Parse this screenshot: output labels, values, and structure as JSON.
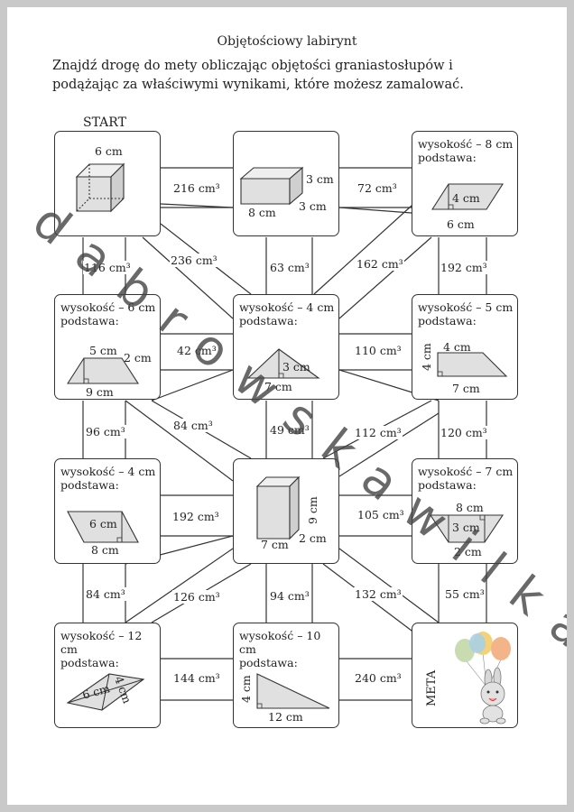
{
  "title": "Objętościowy labirynt",
  "intro": "Znajdź drogę do mety obliczając objętości graniastosłupów i podążając za właściwymi wynikami, które możesz zamalować.",
  "start": "START",
  "meta": "META",
  "watermark": "d a b r o w s k a   w i l k a",
  "boxes": {
    "b00": {
      "top": "6 cm"
    },
    "b01": {
      "h": "3 cm",
      "d": "3 cm",
      "w": "8 cm"
    },
    "b02": {
      "line1": "wysokość – 8 cm",
      "line2": "podstawa:",
      "h": "4 cm",
      "b": "6 cm"
    },
    "b10": {
      "line1": "wysokość – 6 cm",
      "line2": "podstawa:",
      "top": "5 cm",
      "side": "2 cm",
      "bottom": "9 cm"
    },
    "b11": {
      "line1": "wysokość – 4 cm",
      "line2": "podstawa:",
      "h": "3 cm",
      "b": "7 cm"
    },
    "b12": {
      "line1": "wysokość – 5 cm",
      "line2": "podstawa:",
      "top": "4 cm",
      "side": "4 cm",
      "bottom": "7 cm"
    },
    "b20": {
      "line1": "wysokość – 4 cm",
      "line2": "podstawa:",
      "h": "6 cm",
      "b": "8 cm"
    },
    "b21": {
      "h": "9 cm",
      "w": "7 cm",
      "d": "2 cm"
    },
    "b22": {
      "line1": "wysokość – 7 cm",
      "line2": "podstawa:",
      "top": "8 cm",
      "h": "3 cm",
      "bottom": "2 cm"
    },
    "b30": {
      "line1": "wysokość – 12 cm",
      "line2": "podstawa:",
      "d1": "6 cm",
      "d2": "4 cm"
    },
    "b31": {
      "line1": "wysokość – 10 cm",
      "line2": "podstawa:",
      "h": "4 cm",
      "b": "12 cm"
    }
  },
  "edges": {
    "h00": "216 cm³",
    "h01": "72 cm³",
    "h10": "42 cm³",
    "h11": "110 cm³",
    "h20": "192 cm³",
    "h21": "105 cm³",
    "h30": "144 cm³",
    "h31": "240 cm³",
    "v00": "116 cm³",
    "v01": "63 cm³",
    "v02": "192 cm³",
    "v10": "96 cm³",
    "v11": "49 cm³",
    "v12": "120 cm³",
    "v20": "84 cm³",
    "v21": "94 cm³",
    "v22": "55 cm³",
    "d0a": "236 cm³",
    "d0b": "162 cm³",
    "d1a": "84 cm³",
    "d1b": "112 cm³",
    "d2a": "126 cm³",
    "d2b": "132 cm³"
  }
}
